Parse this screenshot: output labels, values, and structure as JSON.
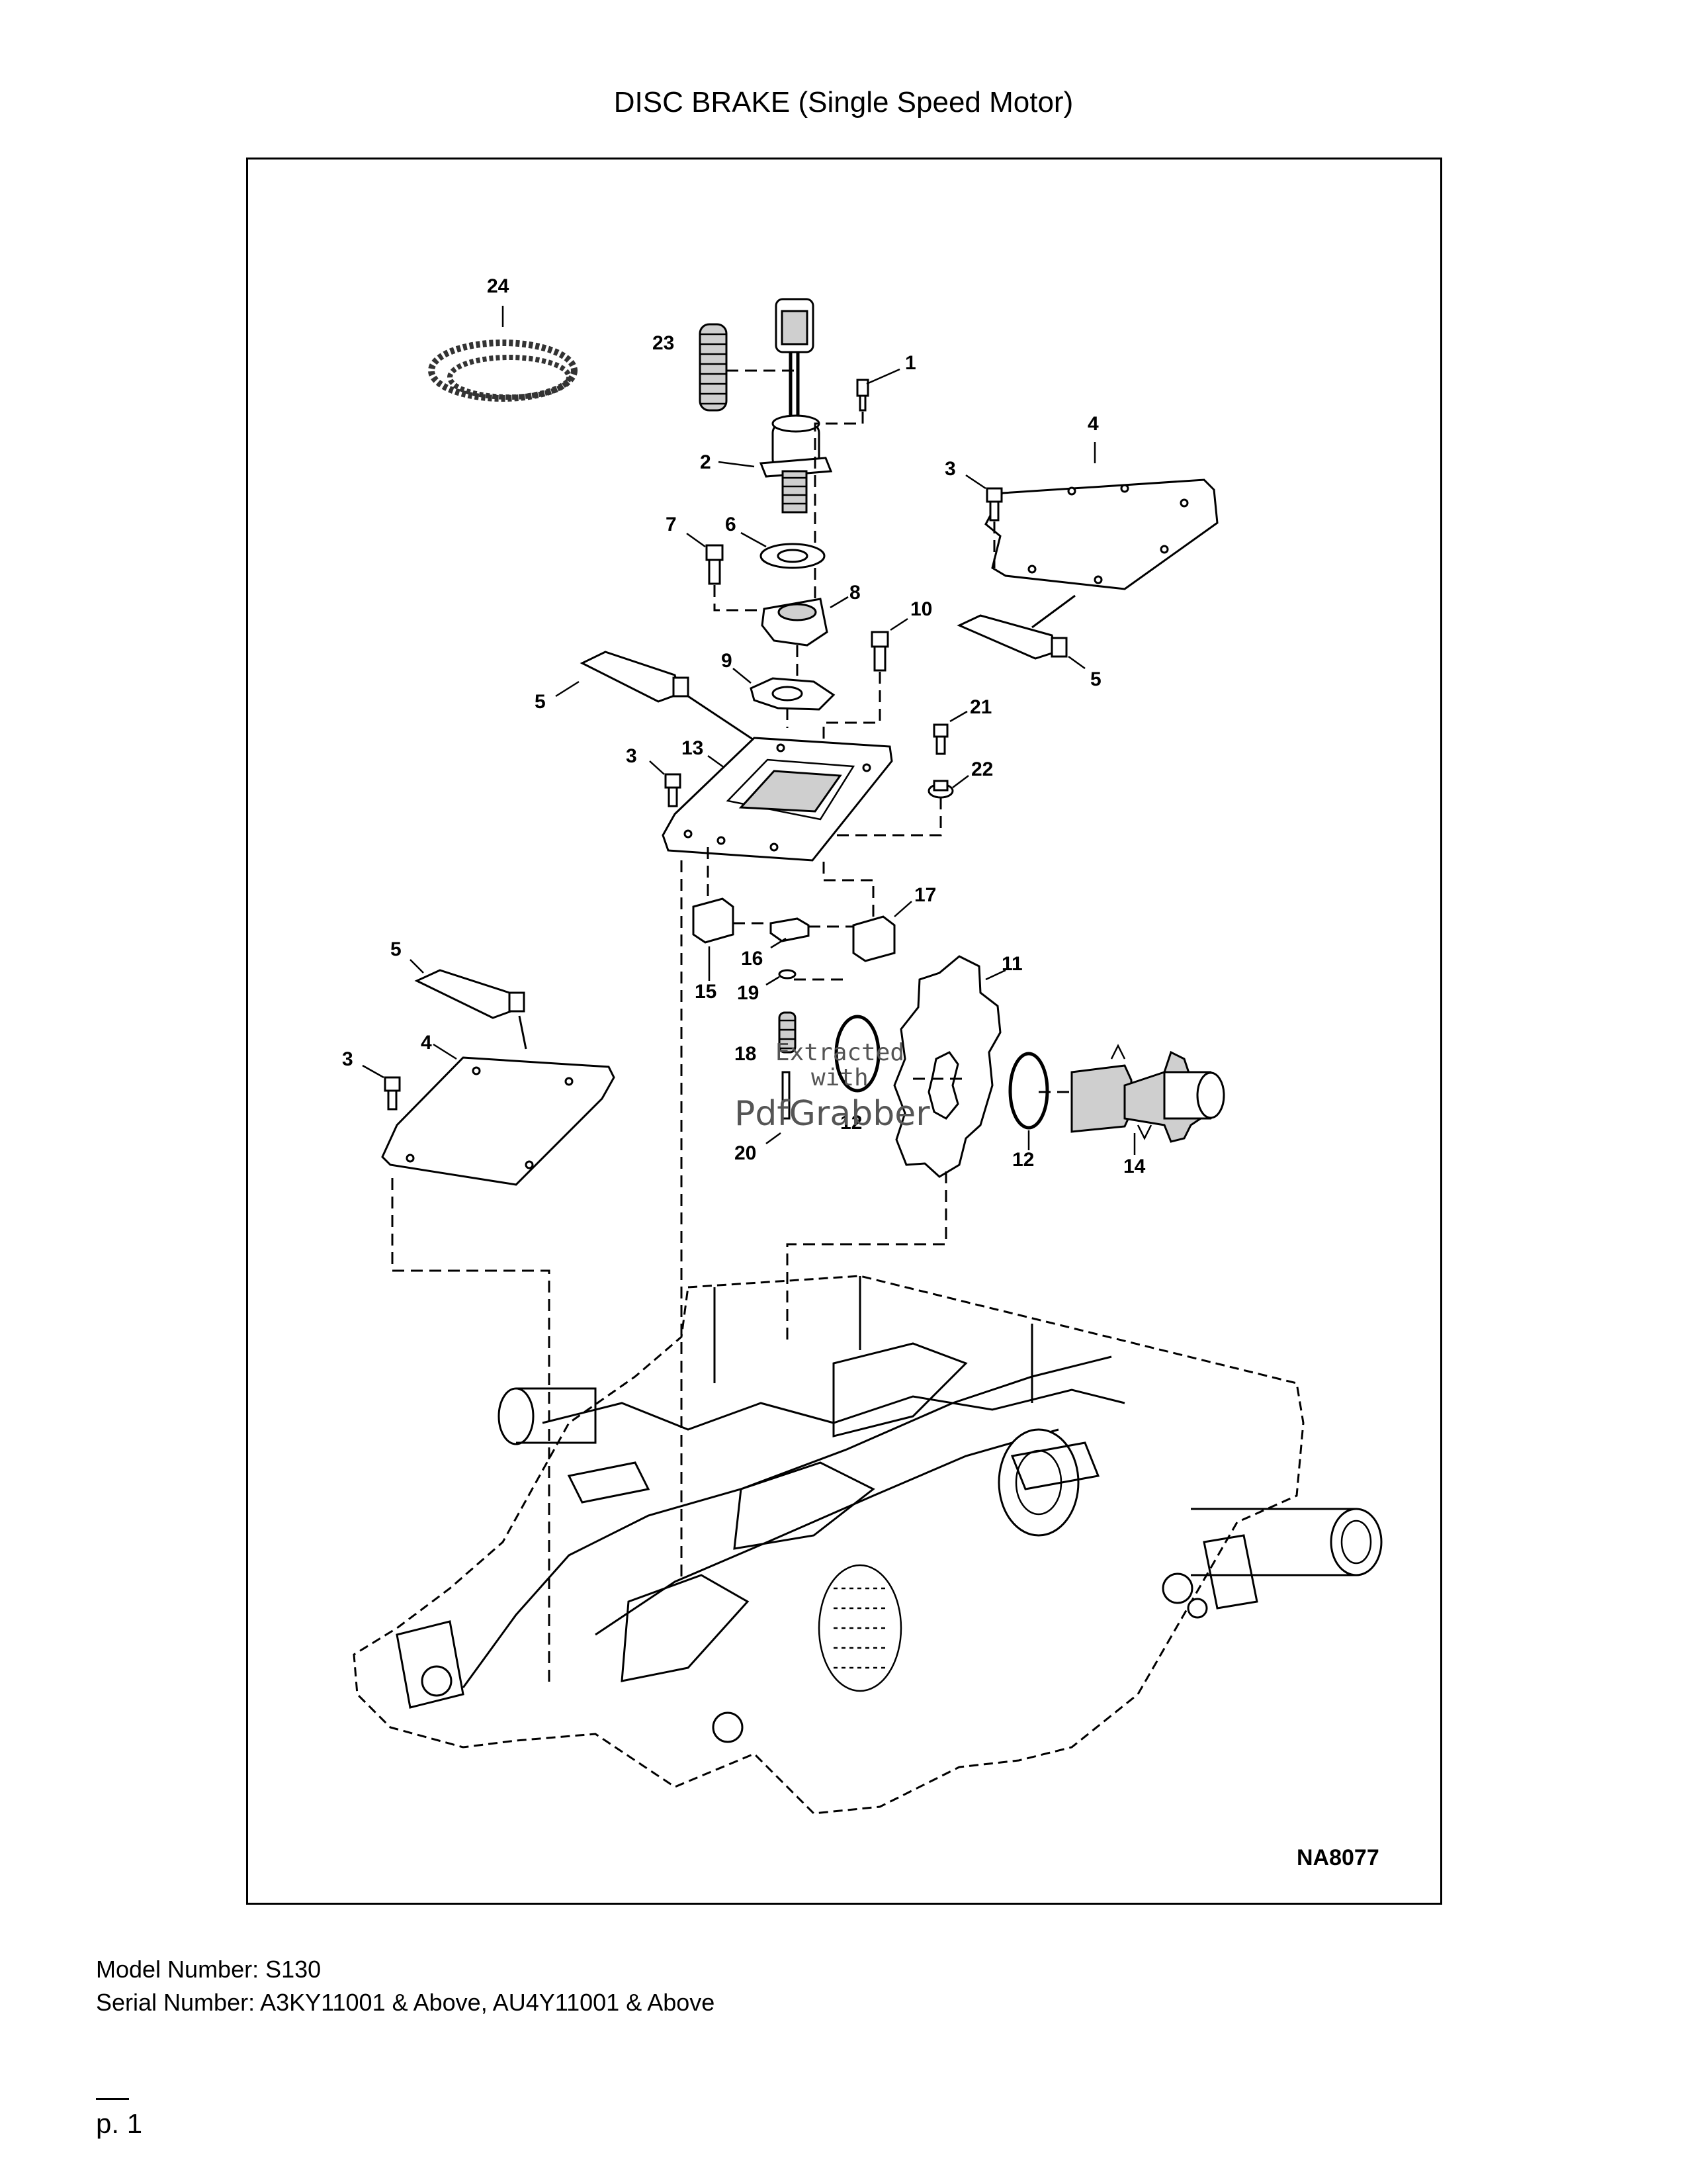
{
  "title": "DISC BRAKE (Single Speed Motor)",
  "diagram": {
    "code": "NA8077",
    "callouts": [
      "1",
      "2",
      "3",
      "3",
      "3",
      "4",
      "4",
      "5",
      "5",
      "5",
      "6",
      "7",
      "8",
      "9",
      "10",
      "11",
      "12",
      "12",
      "13",
      "14",
      "15",
      "16",
      "17",
      "18",
      "19",
      "20",
      "21",
      "22",
      "23",
      "24"
    ]
  },
  "watermark": {
    "line1": "Extracted",
    "line2": "with",
    "logo": "PdfGrabber"
  },
  "footer": {
    "model": "Model Number: S130",
    "serial": "Serial Number: A3KY11001 & Above, AU4Y11001 & Above",
    "page": "p. 1"
  }
}
